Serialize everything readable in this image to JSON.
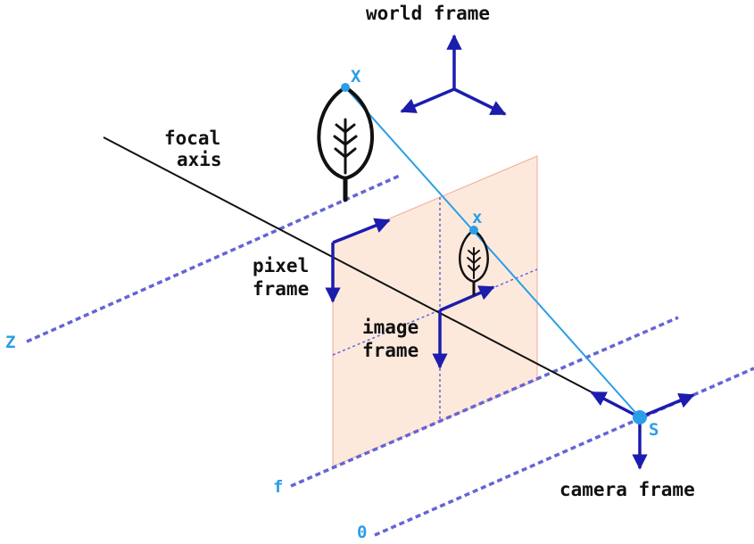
{
  "labels": {
    "world_frame": "world frame",
    "focal_axis_line1": "focal",
    "focal_axis_line2": "axis",
    "pixel_frame_line1": "pixel",
    "pixel_frame_line2": "frame",
    "image_frame_line1": "image",
    "image_frame_line2": "frame",
    "camera_frame": "camera frame",
    "point_world": "X",
    "point_image": "x",
    "camera_center": "S",
    "depth_z": "Z",
    "depth_f": "f",
    "depth_0": "0"
  },
  "colors": {
    "axis_blue": "#1c1cad",
    "dashed_blue": "#6464d6",
    "ray_cyan": "#2a9ee6",
    "label_cyan": "#2a9ee6",
    "image_plane_fill": "#fde5d6",
    "image_plane_edge": "#f0a898",
    "focal_axis": "#111111"
  },
  "icons": {
    "world_object": "leaf-icon",
    "image_object": "leaf-icon"
  }
}
